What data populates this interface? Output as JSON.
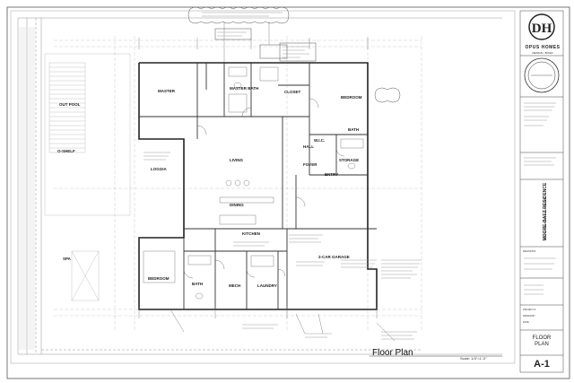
{
  "drawing": {
    "title": "Floor Plan",
    "scale": "Scale:   1/4\"=1'-0\""
  },
  "rooms": [
    {
      "key": "master",
      "label": "MASTER"
    },
    {
      "key": "closet",
      "label": "CLOSET"
    },
    {
      "key": "bedroom1",
      "label": "BEDROOM"
    },
    {
      "key": "bath1",
      "label": "BATH"
    },
    {
      "key": "mbath",
      "label": "MASTER BATH"
    },
    {
      "key": "pool",
      "label": "OUT POOL"
    },
    {
      "key": "oshelf",
      "label": "O-SHELF"
    },
    {
      "key": "loggia",
      "label": "LOGGIA"
    },
    {
      "key": "living",
      "label": "LIVING"
    },
    {
      "key": "dining",
      "label": "DINING"
    },
    {
      "key": "storage",
      "label": "STORAGE"
    },
    {
      "key": "entry",
      "label": "ENTRY"
    },
    {
      "key": "foyer",
      "label": "FOYER"
    },
    {
      "key": "hall",
      "label": "HALL"
    },
    {
      "key": "wic",
      "label": "W.I.C."
    },
    {
      "key": "kitchen",
      "label": "KITCHEN"
    },
    {
      "key": "garage",
      "label": "2-CAR GARAGE"
    },
    {
      "key": "bedroom2",
      "label": "BEDROOM"
    },
    {
      "key": "bath2",
      "label": "BATH"
    },
    {
      "key": "laundry",
      "label": "LAUNDRY"
    },
    {
      "key": "mech",
      "label": "MECH"
    },
    {
      "key": "spa",
      "label": "SPA"
    }
  ],
  "title_block": {
    "logo_mark": "DH",
    "firm": "OPUS HOMES",
    "firm_sub": "DESIGN • BUILD",
    "project_name": "MOORE-BAEZ RESIDENCE",
    "project_sub": "NEW SINGLE FAMILY RESIDENCE",
    "sheet_title_line1": "FLOOR",
    "sheet_title_line2": "PLAN",
    "sheet_number": "A-1",
    "revisions_label": "REVISIONS",
    "project_label": "PROJECT #",
    "drawn_label": "DRAWN BY",
    "date_label": "DATE"
  }
}
